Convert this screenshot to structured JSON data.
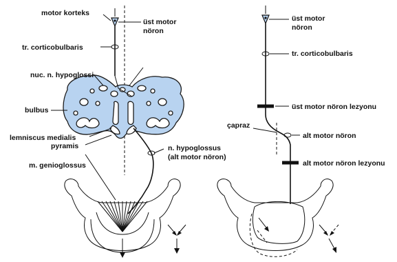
{
  "labels": {
    "motor_kortex": "motor korteks",
    "ust_motor_noron_left_1": "üst motor",
    "ust_motor_noron_left_2": "nöron",
    "tr_corticobulbaris_left": "tr. corticobulbaris",
    "nuc_hypoglossi": "nuc. n. hypoglossi",
    "bulbus": "bulbus",
    "lemniscus_medialis": "lemniscus medialis",
    "pyramis": "pyramis",
    "m_genioglossus": "m. genioglossus",
    "n_hypoglossus_1": "n. hypoglossus",
    "n_hypoglossus_2": "(alt motor nöron)",
    "ust_motor_noron_right_1": "üst motor",
    "ust_motor_noron_right_2": "nöron",
    "tr_corticobulbaris_right": "tr. corticobulbaris",
    "ust_motor_lezyon": "üst motor nöron lezyonu",
    "capraz": "çapraz",
    "alt_motor_noron": "alt motor nöron",
    "alt_motor_lezyon": "alt motor nöron lezyonu"
  },
  "colors": {
    "medulla_fill": "#b8d3f0",
    "outline": "#111111"
  }
}
